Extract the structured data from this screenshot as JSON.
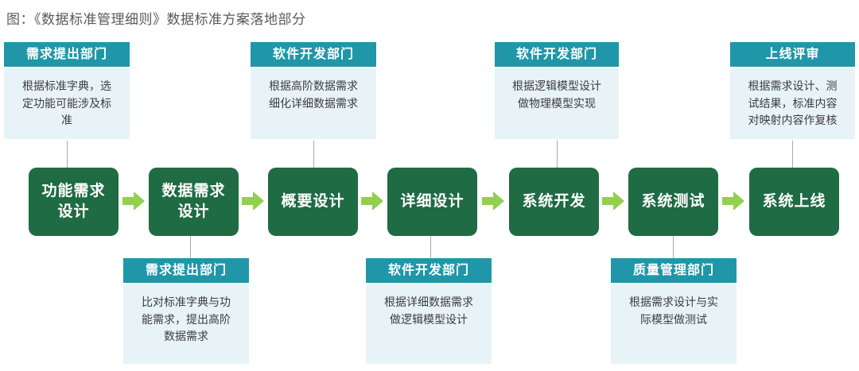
{
  "title": "图：《数据标准管理细则》数据标准方案落地部分",
  "flow": {
    "steps": [
      "功能需求\n设计",
      "数据需求\n设计",
      "概要设计",
      "详细设计",
      "系统开发",
      "系统测试",
      "系统上线"
    ]
  },
  "annotations_top": [
    {
      "dept": "需求提出部门",
      "desc": "根据标准字典，选定功能可能涉及标准"
    },
    {
      "dept": "软件开发部门",
      "desc": "根据高阶数据需求细化详细数据需求"
    },
    {
      "dept": "软件开发部门",
      "desc": "根据逻辑模型设计做物理模型实现"
    },
    {
      "dept": "上线评审",
      "desc": "根据需求设计、测试结果，标准内容对映射内容作复核"
    }
  ],
  "annotations_bottom": [
    {
      "dept": "需求提出部门",
      "desc": "比对标准字典与功能需求，提出高阶数据需求"
    },
    {
      "dept": "软件开发部门",
      "desc": "根据详细数据需求做逻辑模型设计"
    },
    {
      "dept": "质量管理部门",
      "desc": "根据需求设计与实际模型做测试"
    }
  ],
  "colors": {
    "header_teal": "#2097a8",
    "annotation_body_blue": "#e8f3f8",
    "step_box_green": "#1f6b43",
    "arrow_green": "#92d050",
    "connector_gray": "#a9a9a9",
    "title_gray": "#595959",
    "body_text": "#3c3c3c"
  }
}
